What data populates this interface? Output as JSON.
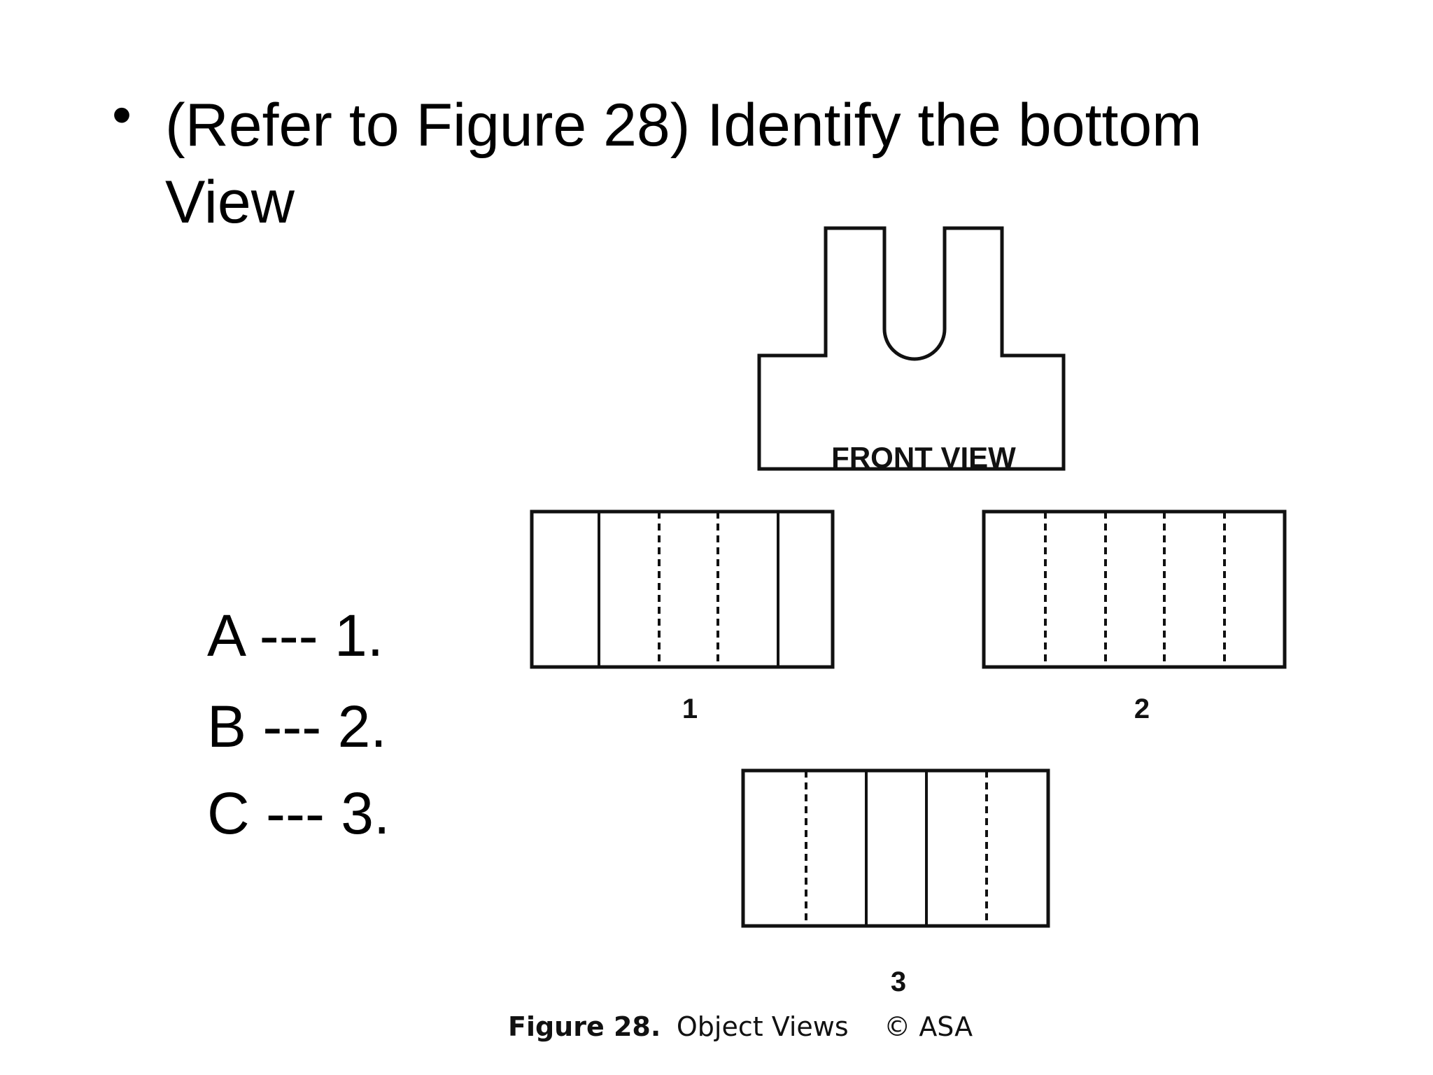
{
  "slide": {
    "bullet": "•",
    "question": "(Refer to Figure 28) Identify the bottom View"
  },
  "answers": [
    {
      "text": "A --- 1."
    },
    {
      "text": "B --- 2."
    },
    {
      "text": "C --- 3."
    }
  ],
  "figure": {
    "front_view_label": "FRONT VIEW",
    "option_labels": [
      "1",
      "2",
      "3"
    ],
    "caption_bold": "Figure 28.",
    "caption_text": "Object Views",
    "caption_credit": "© ASA"
  }
}
